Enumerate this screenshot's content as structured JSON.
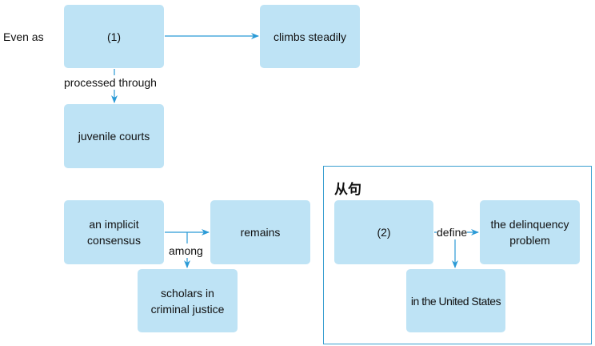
{
  "colors": {
    "node": "#bee3f5",
    "edge": "#2a9ad6",
    "frame": "#3a9fd0"
  },
  "prefix": "Even as",
  "nodes": {
    "n1": "(1)",
    "climbs": "climbs steadily",
    "juvenile": "juvenile courts",
    "consensus": "an implicit consensus",
    "remains": "remains",
    "scholars": "scholars in criminal justice",
    "n2": "(2)",
    "delinquency": "the delinquency problem",
    "us": "in the United States"
  },
  "edges": {
    "processed": "processed through",
    "among": "among",
    "define": "define"
  },
  "clause_frame": {
    "title": "从句"
  }
}
